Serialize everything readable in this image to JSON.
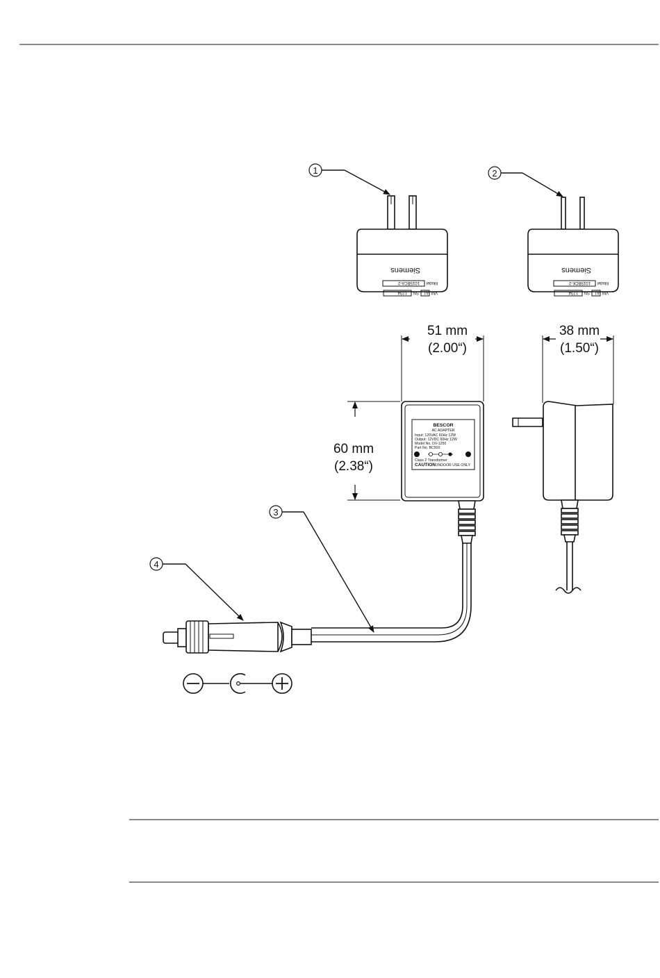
{
  "callouts": [
    "1",
    "2",
    "3",
    "4"
  ],
  "labels": {
    "brand_top": "Siemens",
    "model_key": "Model",
    "model_1": "1015BCA-2",
    "model_2": "1015BCK-2",
    "vm_key": "VM",
    "vm_val": "A1",
    "sn_key": "SN",
    "sn_val": "1234"
  },
  "adapter_label": {
    "brand": "BESCOR",
    "type": "AC ADAPTER",
    "input": "Input: 120VAC 60Hz 12W",
    "output": "Output: 12VDC 60Hz 12W",
    "model": "Model No. DV-1250",
    "part": "Part No. BC500",
    "class": "Class 2 Transformer",
    "caution_key": "CAUTION:",
    "caution_val": "INDOOR USE ONLY"
  },
  "dimensions": {
    "width_mm": "51 mm",
    "width_in": "(2.00“)",
    "depth_mm": "38 mm",
    "depth_in": "(1.50“)",
    "height_mm": "60 mm",
    "height_in": "(2.38“)"
  },
  "polarity": [
    "minus-icon",
    "center-pin-icon",
    "plus-icon"
  ]
}
